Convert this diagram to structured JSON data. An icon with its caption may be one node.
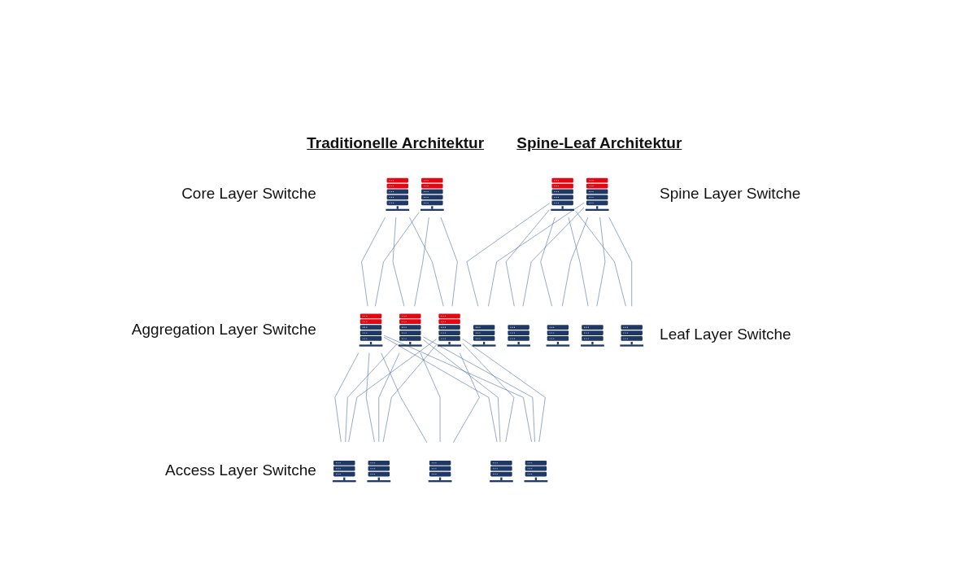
{
  "diagram": {
    "nodes": [
      {
        "text": [],
        "shape": "picture"
      },
      {
        "text": [],
        "shape": "picture"
      },
      {
        "text": [],
        "shape": "picture"
      },
      {
        "text": [],
        "shape": "picture"
      },
      {
        "text": [],
        "shape": "picture"
      },
      {
        "text": [],
        "shape": "picture"
      },
      {
        "text": [],
        "shape": "picture"
      },
      {
        "text": [],
        "shape": "picture"
      },
      {
        "text": [],
        "shape": "picture"
      },
      {
        "text": [],
        "shape": "picture"
      },
      {
        "text": [],
        "shape": "picture"
      },
      {
        "text": [],
        "shape": "picture"
      },
      {
        "text": [],
        "shape": "picture"
      },
      {
        "text": [],
        "shape": "picture"
      },
      {
        "text": [],
        "shape": "picture"
      },
      {
        "text": [],
        "shape": "picture"
      },
      {
        "text": [],
        "shape": "picture"
      }
    ],
    "edges": [
      {
        "from": 0,
        "to": 2,
        "arrow": "none"
      },
      {
        "from": 0,
        "to": 3,
        "arrow": "none"
      },
      {
        "from": 0,
        "to": 4,
        "arrow": "none"
      },
      {
        "from": 1,
        "to": 2,
        "arrow": "none"
      },
      {
        "from": 1,
        "to": 3,
        "arrow": "none"
      },
      {
        "from": 1,
        "to": 4,
        "arrow": "none"
      },
      {
        "from": 2,
        "to": 5,
        "arrow": "none"
      },
      {
        "from": 2,
        "to": 6,
        "arrow": "none"
      },
      {
        "from": 2,
        "to": 7,
        "arrow": "none"
      },
      {
        "from": 2,
        "to": 8,
        "arrow": "none"
      },
      {
        "from": 2,
        "to": 9,
        "arrow": "none"
      },
      {
        "from": 3,
        "to": 5,
        "arrow": "none"
      },
      {
        "from": 3,
        "to": 6,
        "arrow": "none"
      },
      {
        "from": 3,
        "to": 7,
        "arrow": "none"
      },
      {
        "from": 3,
        "to": 8,
        "arrow": "none"
      },
      {
        "from": 3,
        "to": 9,
        "arrow": "none"
      },
      {
        "from": 4,
        "to": 5,
        "arrow": "none"
      },
      {
        "from": 4,
        "to": 6,
        "arrow": "none"
      },
      {
        "from": 4,
        "to": 7,
        "arrow": "none"
      },
      {
        "from": 4,
        "to": 8,
        "arrow": "none"
      },
      {
        "from": 4,
        "to": 9,
        "arrow": "none"
      },
      {
        "from": 10,
        "to": 12,
        "arrow": "none"
      },
      {
        "from": 10,
        "to": 13,
        "arrow": "none"
      },
      {
        "from": 10,
        "to": 14,
        "arrow": "none"
      },
      {
        "from": 10,
        "to": 15,
        "arrow": "none"
      },
      {
        "from": 10,
        "to": 16,
        "arrow": "none"
      },
      {
        "from": 11,
        "to": 12,
        "arrow": "none"
      },
      {
        "from": 11,
        "to": 13,
        "arrow": "none"
      },
      {
        "from": 11,
        "to": 14,
        "arrow": "none"
      },
      {
        "from": 11,
        "to": 15,
        "arrow": "none"
      },
      {
        "from": 11,
        "to": 16,
        "arrow": "none"
      }
    ],
    "labels": [
      "Traditionelle Architektur",
      "Spine-Leaf Architektur",
      "Core Layer Switche",
      "Spine Layer Switche",
      "Aggregation Layer Switche",
      "Access Layer Switche",
      "Leaf Layer Switche"
    ]
  }
}
